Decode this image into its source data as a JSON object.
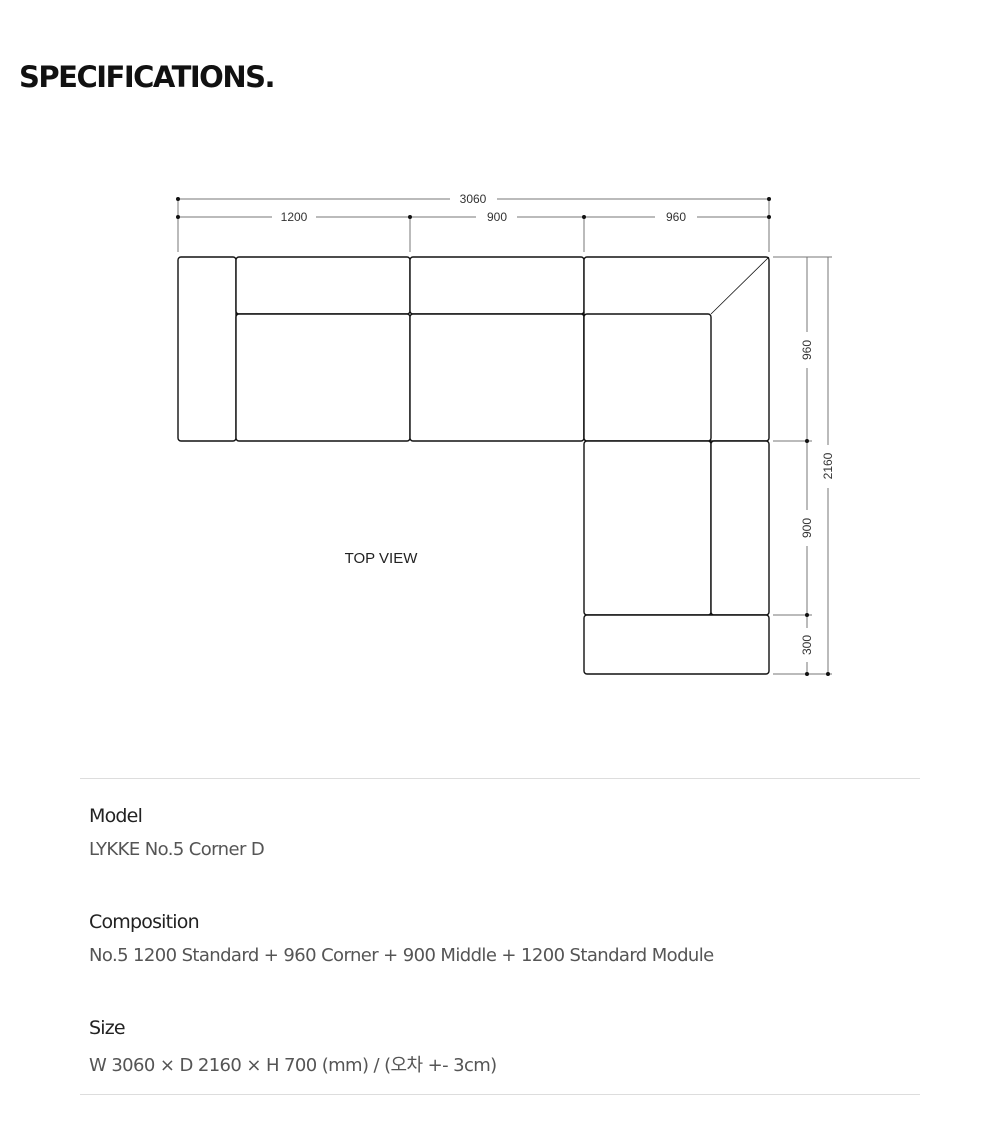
{
  "page_title": "SPECIFICATIONS.",
  "diagram": {
    "view_label": "TOP VIEW",
    "dims": {
      "total_width": "3060",
      "w1": "1200",
      "w2": "900",
      "w3": "960",
      "h1": "960",
      "h2": "900",
      "h3": "300",
      "total_depth": "2160"
    }
  },
  "specs": [
    {
      "label": "Model",
      "value": "LYKKE No.5 Corner D"
    },
    {
      "label": "Composition",
      "value": "No.5 1200 Standard + 960 Corner + 900 Middle + 1200 Standard Module"
    },
    {
      "label": "Size",
      "value": "W 3060 × D 2160 × H 700 (mm) / (오차 +- 3cm)"
    }
  ]
}
